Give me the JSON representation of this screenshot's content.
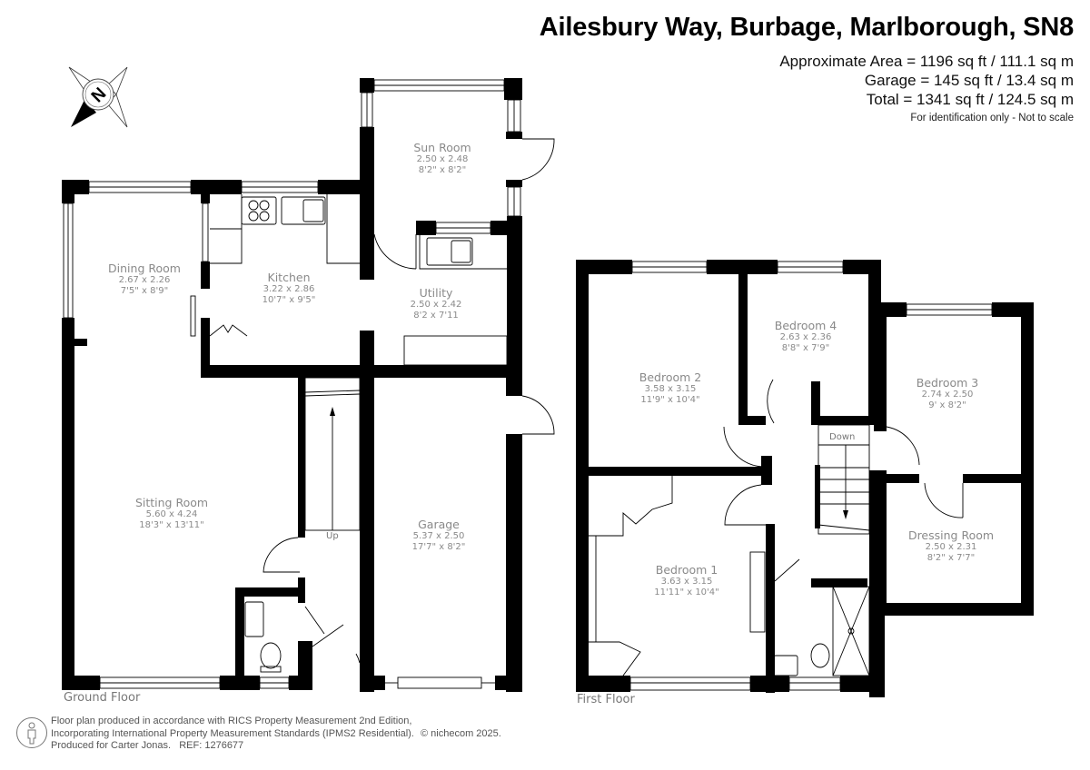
{
  "header": {
    "title": "Ailesbury Way, Burbage, Marlborough, SN8",
    "areas": [
      "Approximate Area = 1196 sq ft / 111.1 sq m",
      "Garage = 145 sq ft / 13.4 sq m",
      "Total = 1341 sq ft / 124.5 sq m"
    ],
    "disclaimer": "For identification only - Not to scale"
  },
  "compass": {
    "icon": "compass-north-icon",
    "letter": "N"
  },
  "ground_floor": {
    "label": "Ground Floor",
    "stair_label": "Up",
    "rooms": [
      {
        "name": "Dining Room",
        "metric": "2.67 x 2.26",
        "imperial": "7'5\" x 8'9\""
      },
      {
        "name": "Kitchen",
        "metric": "3.22 x 2.86",
        "imperial": "10'7\" x 9'5\""
      },
      {
        "name": "Sun Room",
        "metric": "2.50 x 2.48",
        "imperial": "8'2\" x 8'2\""
      },
      {
        "name": "Utility",
        "metric": "2.50 x 2.42",
        "imperial": "8'2 x 7'11"
      },
      {
        "name": "Sitting Room",
        "metric": "5.60 x 4.24",
        "imperial": "18'3\" x 13'11\""
      },
      {
        "name": "Garage",
        "metric": "5.37 x 2.50",
        "imperial": "17'7\" x 8'2\""
      }
    ]
  },
  "first_floor": {
    "label": "First Floor",
    "stair_label": "Down",
    "rooms": [
      {
        "name": "Bedroom 2",
        "metric": "3.58 x 3.15",
        "imperial": "11'9\" x 10'4\""
      },
      {
        "name": "Bedroom 4",
        "metric": "2.63 x 2.36",
        "imperial": "8'8\" x 7'9\""
      },
      {
        "name": "Bedroom 3",
        "metric": "2.74 x 2.50",
        "imperial": "9' x 8'2\""
      },
      {
        "name": "Bedroom 1",
        "metric": "3.63 x 3.15",
        "imperial": "11'11\" x 10'4\""
      },
      {
        "name": "Dressing Room",
        "metric": "2.50 x 2.31",
        "imperial": "8'2\" x 7'7\""
      }
    ]
  },
  "footer": {
    "lines": [
      "Floor plan produced in accordance with RICS Property Measurement 2nd Edition,",
      "Incorporating International Property Measurement Standards (IPMS2 Residential).",
      "Produced for Carter Jonas.   REF: 1276677"
    ],
    "copyright": "© nichecom 2025."
  }
}
